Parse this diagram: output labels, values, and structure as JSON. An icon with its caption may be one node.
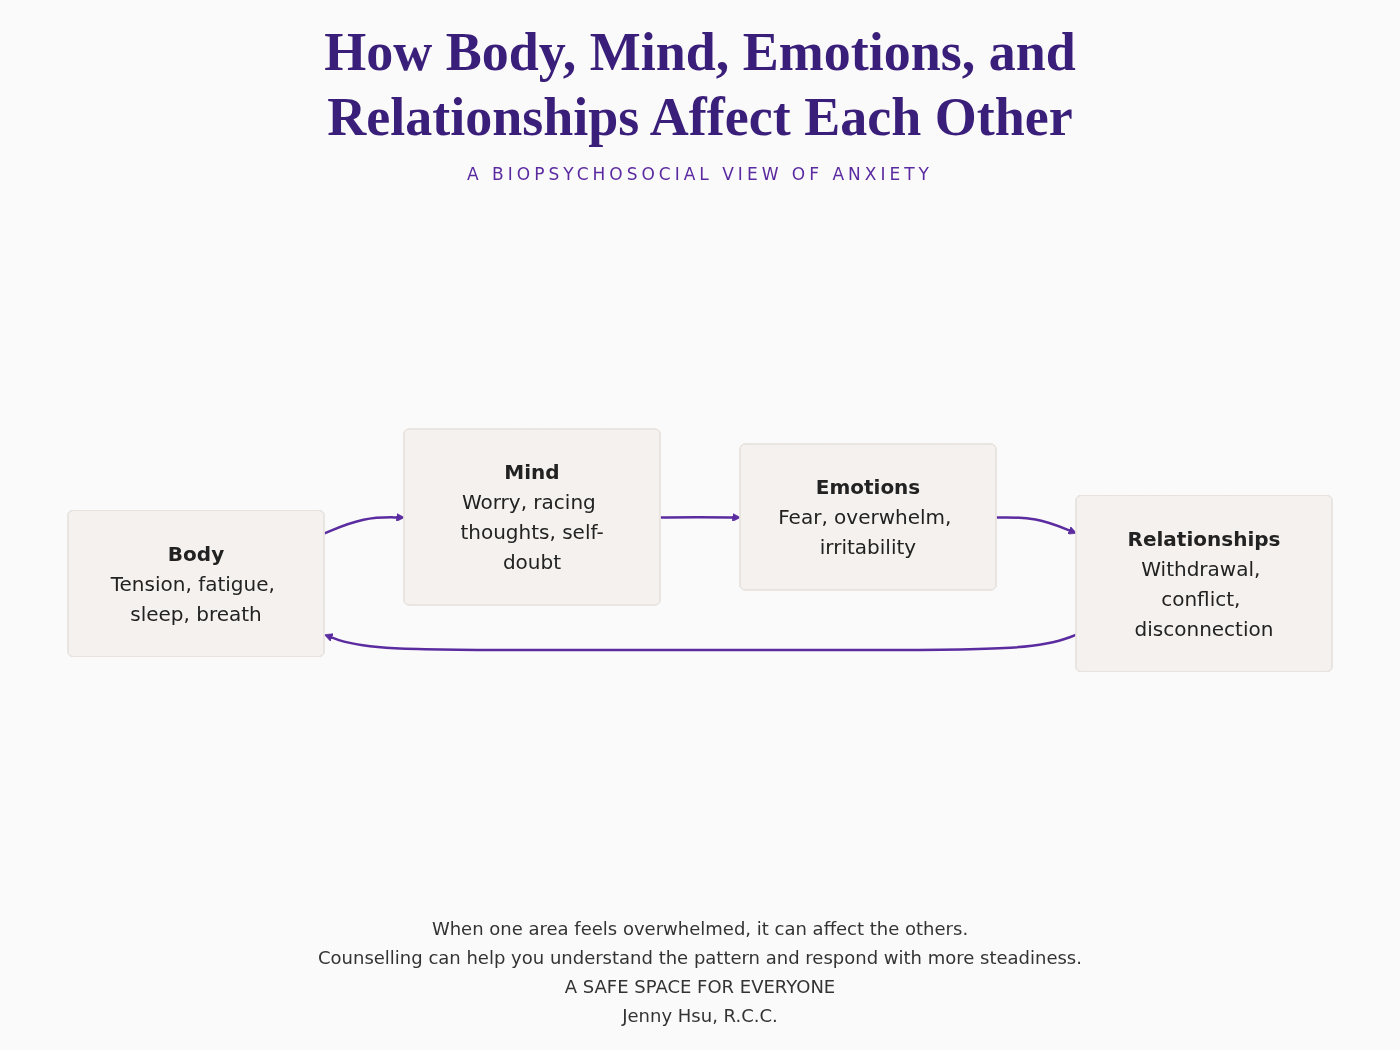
{
  "diagram": {
    "title": "How Body, Mind, Emotions, and Relationships Affect Each Other",
    "caption": "A BIOPSYCHOSOCIAL VIEW OF ANXIETY",
    "nodes": [
      {
        "text": [
          "Body",
          "Tension, fatigue, sleep, breath"
        ]
      },
      {
        "text": [
          "Mind",
          "Worry, racing thoughts, self-doubt"
        ]
      },
      {
        "text": [
          "Emotions",
          "Fear, overwhelm, irritability"
        ]
      },
      {
        "text": [
          "Relationships",
          "Withdrawal, conflict, disconnection"
        ]
      }
    ],
    "edges": [
      {
        "from": 0,
        "to": 1,
        "arrow": "to"
      },
      {
        "from": 1,
        "to": 2,
        "arrow": "to"
      },
      {
        "from": 2,
        "to": 3,
        "arrow": "to"
      },
      {
        "from": 3,
        "to": 0,
        "arrow": "to"
      }
    ],
    "labels": [
      "When one area feels overwhelmed, it can affect the others.",
      "Counselling can help you understand the pattern and respond with more steadiness.",
      "A SAFE SPACE FOR EVERYONE",
      "Jenny Hsu, R.C.C."
    ]
  }
}
